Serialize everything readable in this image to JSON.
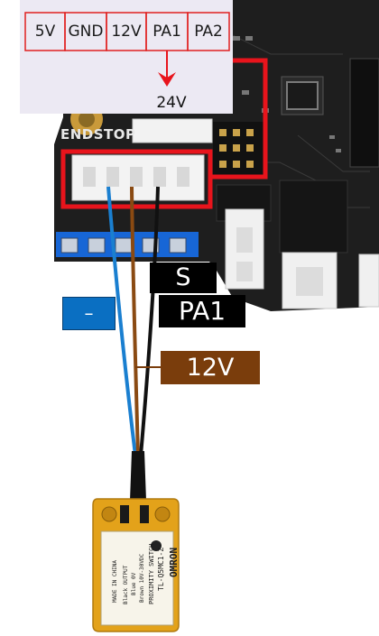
{
  "connector": {
    "pins": [
      "5V",
      "GND",
      "12V",
      "PA1",
      "PA2"
    ],
    "jumper_voltage": "24V",
    "board_label": "ENDSTOP"
  },
  "wire_labels": {
    "negative": "–",
    "signal_line1": "S",
    "signal_line2": "PA1",
    "power": "12V"
  },
  "sensor": {
    "brand": "OMRON",
    "model": "TL-Q5MC1-Z",
    "type": "PROXIMITY SWITCH",
    "voltage": "Brown 10V-30VDC",
    "blue": "Blue 0V",
    "black": "Black OUTPUT",
    "origin": "MADE IN CHINA"
  },
  "colors": {
    "highlight_red": "#e8141c",
    "wire_blue": "#1a7fd0",
    "wire_brown": "#8a4a12",
    "wire_black": "#111111",
    "tag_blue": "#0a6fc2",
    "tag_brown": "#7a3d0c",
    "tag_black": "#000000",
    "sensor_yellow": "#e3a21a"
  }
}
